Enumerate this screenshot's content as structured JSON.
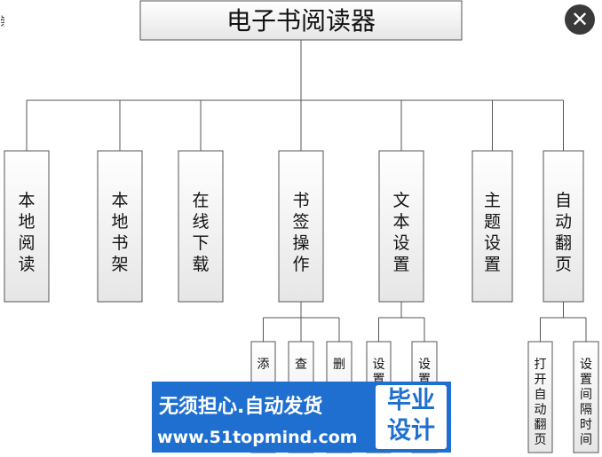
{
  "diagram": {
    "root": {
      "id": "root",
      "label": "电子书阅读器"
    },
    "modules": [
      {
        "id": "m1",
        "label": "本地阅读",
        "children": []
      },
      {
        "id": "m2",
        "label": "本地书架",
        "children": []
      },
      {
        "id": "m3",
        "label": "在线下载",
        "children": []
      },
      {
        "id": "m4",
        "label": "书签操作",
        "children": [
          {
            "id": "m4a",
            "label": "添"
          },
          {
            "id": "m4b",
            "label": "查"
          },
          {
            "id": "m4c",
            "label": "删"
          }
        ]
      },
      {
        "id": "m5",
        "label": "文本设置",
        "children": [
          {
            "id": "m5a",
            "label": "设置"
          },
          {
            "id": "m5b",
            "label": "设置"
          }
        ]
      },
      {
        "id": "m6",
        "label": "主题设置",
        "children": []
      },
      {
        "id": "m7",
        "label": "自动翻页",
        "children": [
          {
            "id": "m7a",
            "label": "打开自动翻页"
          },
          {
            "id": "m7b",
            "label": "设置间隔时间"
          }
        ]
      }
    ]
  },
  "left_edge_fragment": "崇",
  "close_button": {
    "glyph": "✕",
    "icon": "close-icon"
  },
  "watermark": {
    "slogan": "无须担心.自动发货",
    "url": "www.51topmind.com",
    "badge_line_1": "毕业",
    "badge_line_2": "设计",
    "bg_color": "#1e6fd0",
    "text_color": "#ffffff"
  },
  "colors": {
    "box_stroke": "#555555",
    "box_fill_top": "#ffffff",
    "box_fill_bottom": "#e6e6e6",
    "line": "#555555"
  }
}
